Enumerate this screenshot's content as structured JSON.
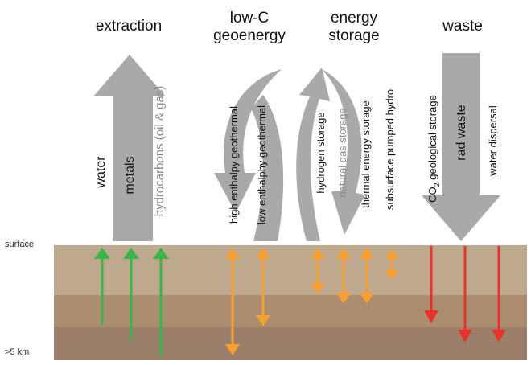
{
  "headers": {
    "extraction": "extraction",
    "low_c_line1": "low-C",
    "low_c_line2": "geoenergy",
    "energy_line1": "energy",
    "energy_line2": "storage",
    "waste": "waste"
  },
  "side_labels": {
    "surface": "surface",
    "depth": ">5 km"
  },
  "extraction_labels": {
    "water": "water",
    "metals": "metals",
    "hydrocarbons": "hydrocarbons (oil & gas)"
  },
  "geoenergy_labels": {
    "high": "high enthalpy geothermal",
    "low": "low enthalphy geothermal"
  },
  "storage_labels": {
    "hydrogen": "hydrogen storage",
    "natural_gas": "natural gas storage",
    "thermal": "thermal energy storage",
    "pumped_hydro": "subsurface pumped hydro"
  },
  "waste_labels": {
    "co2_prefix": "CO",
    "co2_sub": "2",
    "co2_suffix": " geological storage",
    "rad_waste": "rad waste",
    "water_dispersal": "water dispersal"
  },
  "colors": {
    "layer1": "#bea98e",
    "layer2": "#ad8d70",
    "layer3": "#9c7f6b",
    "big_arrow": "#a9a9a9",
    "green": "#3cb44a",
    "orange": "#f5a031",
    "red": "#e8332a"
  }
}
